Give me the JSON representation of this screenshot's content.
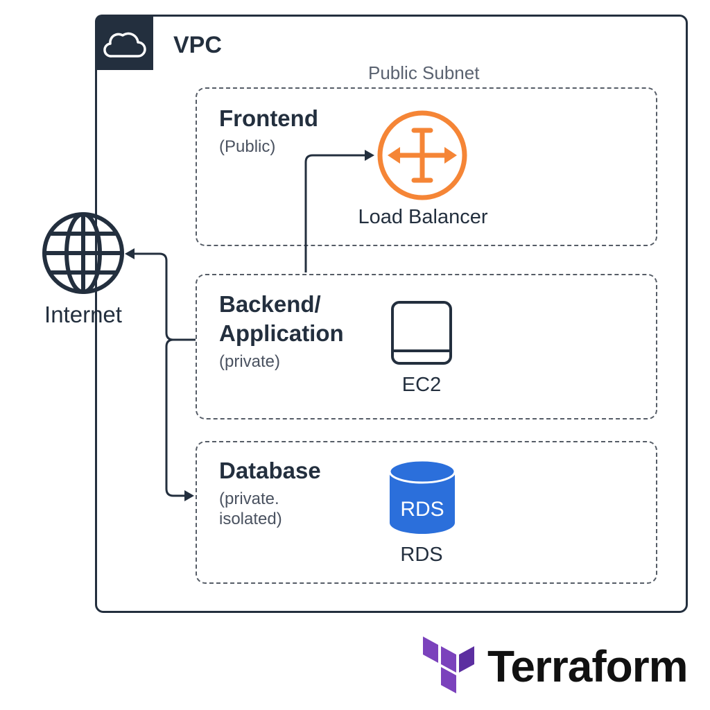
{
  "vpc": {
    "label": "VPC",
    "icon": "cloud-icon"
  },
  "public_subnet_label": "Public Subnet",
  "tiers": {
    "frontend": {
      "title": "Frontend",
      "subtitle": "(Public)"
    },
    "backend": {
      "title_line1": "Backend/",
      "title_line2": "Application",
      "subtitle": "(private)"
    },
    "database": {
      "title": "Database",
      "subtitle_line1": "(private.",
      "subtitle_line2": "isolated)"
    }
  },
  "nodes": {
    "load_balancer": {
      "label": "Load Balancer",
      "icon": "load-balancer-icon",
      "color": "#f58536"
    },
    "ec2": {
      "label": "EC2",
      "icon": "server-icon"
    },
    "rds": {
      "label": "RDS",
      "icon_text": "RDS",
      "icon": "database-icon",
      "color": "#2b6fdb"
    },
    "internet": {
      "label": "Internet",
      "icon": "globe-icon"
    }
  },
  "brand": {
    "name": "Terraform",
    "icon": "terraform-logo",
    "color": "#7b42bc"
  },
  "colors": {
    "line": "#232f3e",
    "dashed": "#555c66"
  }
}
